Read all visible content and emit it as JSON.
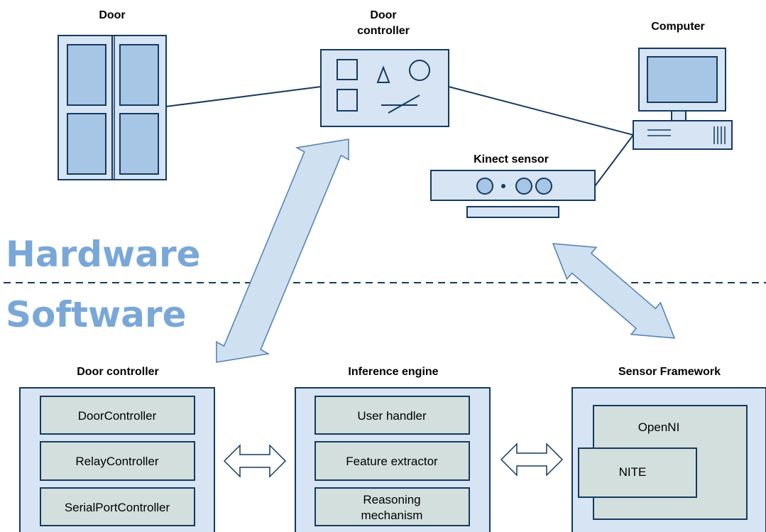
{
  "hardware": {
    "door_label": "Door",
    "door_controller_label_line1": "Door",
    "door_controller_label_line2": "controller",
    "computer_label": "Computer",
    "kinect_label": "Kinect sensor"
  },
  "layers": {
    "hardware": "Hardware",
    "software": "Software"
  },
  "software": {
    "door_controller": {
      "title": "Door controller",
      "modules": [
        "DoorController",
        "RelayController",
        "SerialPortController"
      ]
    },
    "inference_engine": {
      "title": "Inference engine",
      "modules": [
        "User handler",
        "Feature extractor",
        "Reasoning",
        "mechanism"
      ]
    },
    "sensor_framework": {
      "title": "Sensor Framework",
      "modules": [
        "OpenNI",
        "NITE"
      ]
    }
  },
  "colors": {
    "fill_light": "#d6e4f3",
    "fill_mid": "#a7c6e6",
    "fill_module": "#d3dfdc",
    "stroke": "#163a5f",
    "layer_text": "#79a7d8",
    "arrow_fill": "#cfe0f1",
    "arrow_stroke": "#4f7fb2"
  }
}
